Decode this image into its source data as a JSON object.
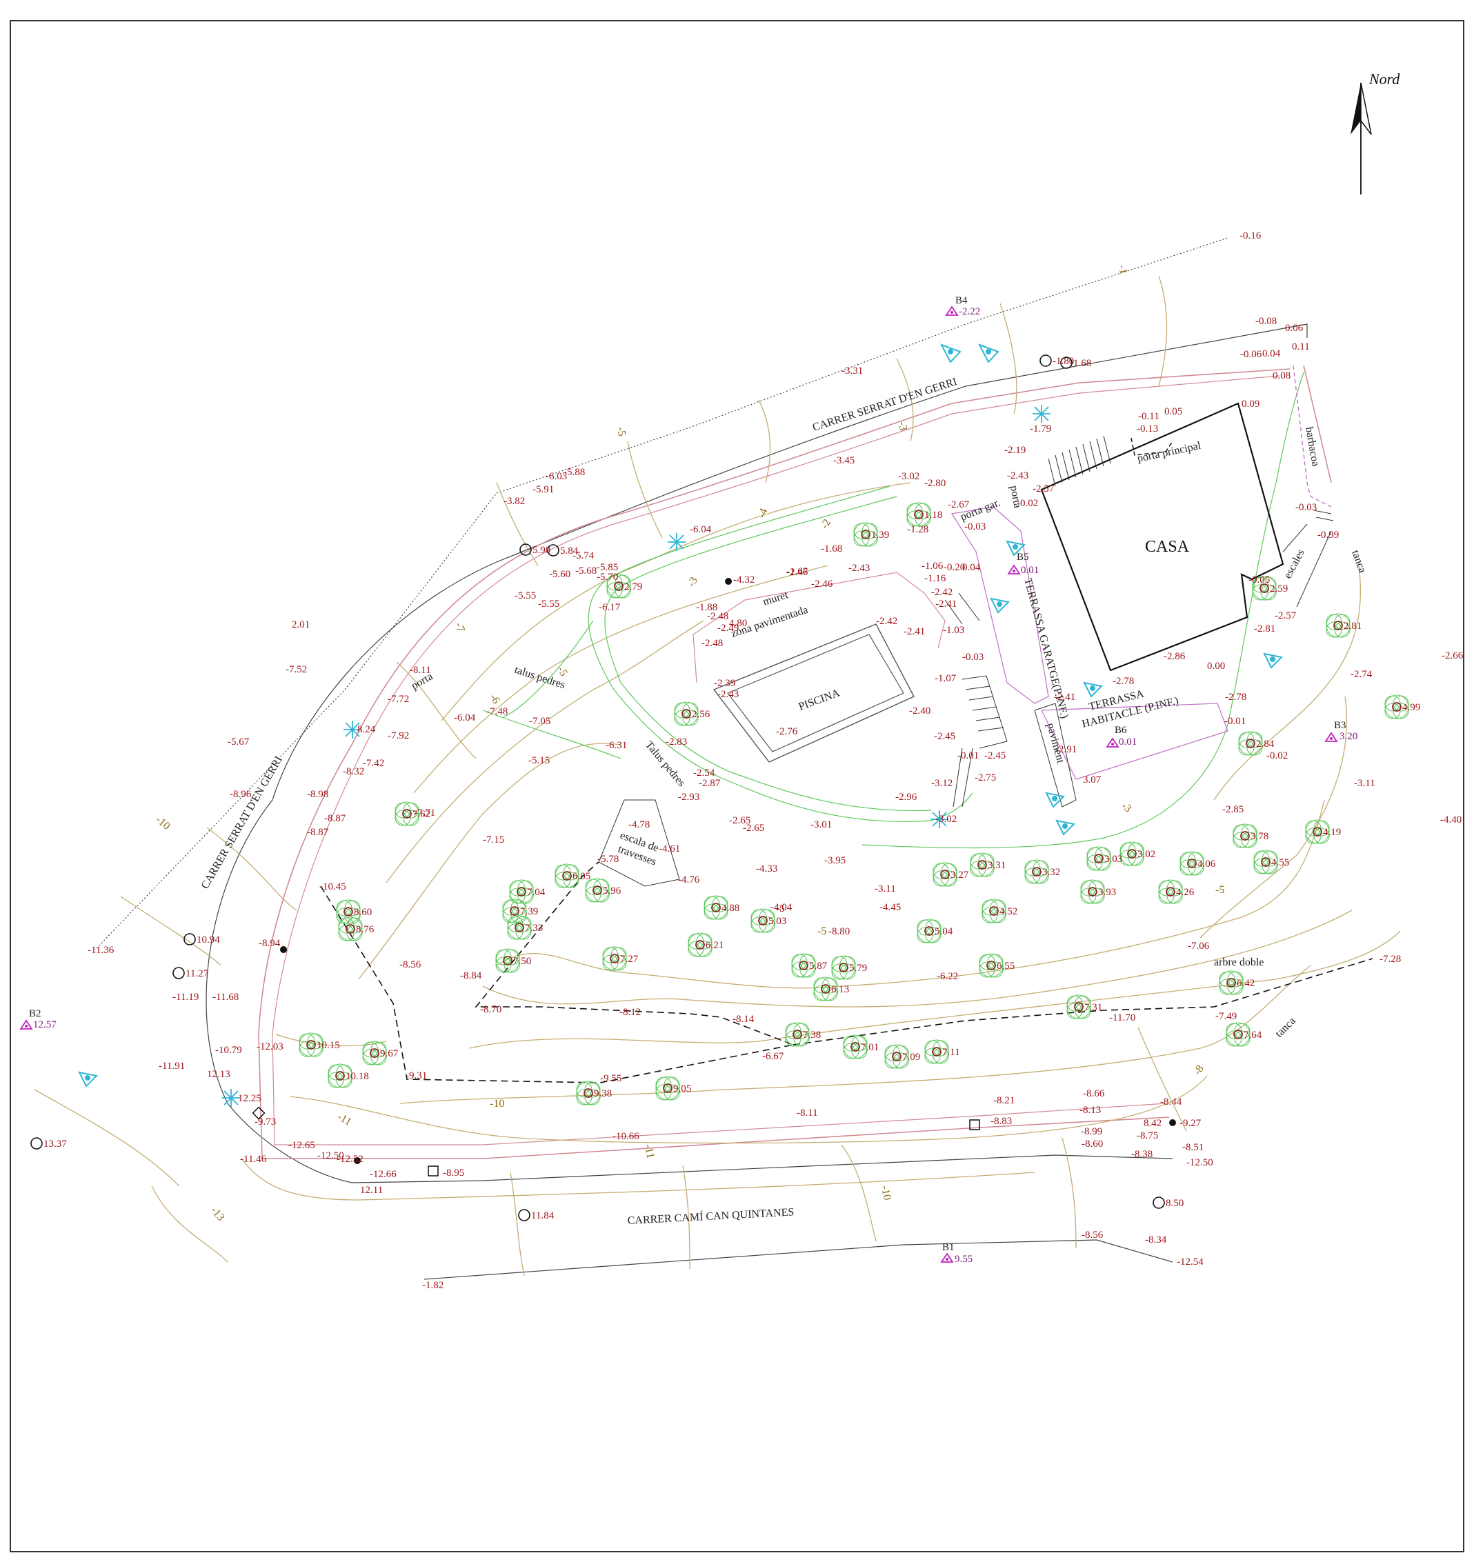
{
  "north_label": "Nord",
  "colors": {
    "elevation_text": "#a0161c",
    "contour": "#c4ad72",
    "property_line": "#d38a93",
    "vegetation": "#5cc85c",
    "tree_marker": "#8a2a2a",
    "survey_benchmark": "#c020c0",
    "spot_marker": "#2fb6d6",
    "terrace_outline": "#c478c8"
  },
  "labels": {
    "street_north": "CARRER SERRAT D'EN GERRI",
    "street_west": "CARRER SERRAT D'EN GERRI",
    "street_south": "CARRER CAMÍ CAN QUINTANES",
    "house": "CASA",
    "pool": "PISCINA",
    "terrace_garage": "TERRASSA GARATGE(P.INF.)",
    "terrace_room_1": "TERRASSA",
    "terrace_room_2": "HABITACLE (P.INF.)",
    "main_door": "porta principal",
    "garage_door": "porta gar.",
    "door_1": "porta",
    "door_2": "porta",
    "barbecue": "barbacoa",
    "stairs": "escales",
    "fence_1": "tanca",
    "fence_2": "tanca",
    "low_wall": "muret",
    "paved_area": "zona pavimentada",
    "stone_slope_1": "talus pedres",
    "stone_slope_2": "Talus pedres",
    "sleeper_stair_1": "escala de",
    "sleeper_stair_2": "travesses",
    "paving": "paviment",
    "double_tree": "arbre doble"
  },
  "benchmarks": [
    {
      "name": "B1",
      "value": "9.55"
    },
    {
      "name": "B2",
      "value": "12.57"
    },
    {
      "name": "B3",
      "value": "3.20"
    },
    {
      "name": "B4",
      "value": "-2.22"
    },
    {
      "name": "B5",
      "value": "0.01"
    },
    {
      "name": "B6",
      "value": "0.01"
    }
  ],
  "contour_labels": [
    "-1",
    "-2",
    "-3",
    "-3",
    "-4",
    "-5",
    "-5",
    "-5",
    "-6",
    "-7",
    "-8",
    "-10",
    "-10",
    "-11",
    "-11",
    "-13",
    "-3",
    "-5",
    "-10"
  ],
  "trees": [
    "1.18",
    "1.39",
    "2.79",
    "2.56",
    "2.59",
    "2.81",
    "2.84",
    "4.99",
    "3.78",
    "4.19",
    "4.55",
    "4.06",
    "4.26",
    "3.93",
    "3.02",
    "3.03",
    "3.32",
    "3.31",
    "3.27",
    "4.52",
    "5.04",
    "6.55",
    "6.42",
    "7.31",
    "7.64",
    "7.01",
    "7.09",
    "7.11",
    "7.38",
    "5.79",
    "6.13",
    "5.87",
    "6.21",
    "5.03",
    "4.88",
    "5.96",
    "6.05",
    "7.04",
    "7.39",
    "7.33",
    "7.50",
    "7.27",
    "8.60",
    "8.76",
    "10.15",
    "10.18",
    "9.67",
    "9.38",
    "9.05",
    "7.62"
  ],
  "circles": [
    "-1.80",
    "1.68",
    "5.90",
    "5.84",
    "10.94",
    "11.27",
    "13.37",
    "11.84",
    "8.50"
  ],
  "spot_elevations": [
    "-0.16",
    "-0.08",
    "0.06",
    "-0.06",
    "0.04",
    "0.11",
    "0.08",
    "0.09",
    "-0.11",
    "0.05",
    "-0.13",
    "-1.79",
    "-2.19",
    "-2.43",
    "-2.57",
    "-0.02",
    "-0.03",
    "-0.99",
    "-3.31",
    "-3.45",
    "-3.02",
    "-2.80",
    "-2.67",
    "-0.03",
    "-1.28",
    "-1.68",
    "-1.06",
    "-1.16",
    "-0.20",
    "0.04",
    "-2.42",
    "-2.41",
    "-2.46",
    "-2.43",
    "-1.67",
    "-2.46",
    "-1.88",
    "-2.48",
    "-2.49",
    "-2.48",
    "-2.42",
    "-2.41",
    "-1.03",
    "-0.03",
    "-1.07",
    "-2.39",
    "-2.43",
    "-2.40",
    "-2.41",
    "-2.45",
    "-0.01",
    "-2.45",
    "-2.75",
    "-2.76",
    "-2.83",
    "-2.54",
    "-2.87",
    "-2.93",
    "-2.96",
    "-3.12",
    "-2.65",
    "-2.65",
    "-3.01",
    "-3.02",
    "-2.91",
    "3.07",
    "-0.01",
    "-2.78",
    "-0.02",
    "-2.85",
    "-2.78",
    "-2.86",
    "0.00",
    "-0.05",
    "-2.81",
    "-2.57",
    "-2.74",
    "-2.66",
    "-3.11",
    "-4.40",
    "-3.82",
    "-5.91",
    "-6.03",
    "-5.88",
    "-5.74",
    "-5.60",
    "-5.68",
    "-5.85",
    "-5.70",
    "-5.55",
    "-5.55",
    "-6.17",
    "-6.04",
    "-4.32",
    "4.80",
    "2.01",
    "-7.52",
    "-8.11",
    "-7.72",
    "-6.04",
    "-7.48",
    "-7.05",
    "-5.15",
    "-6.31",
    "-4.78",
    "-5.67",
    "-8.96",
    "-8.98",
    "-8.87",
    "-8.87",
    "8.24",
    "-7.92",
    "-7.42",
    "-8.32",
    "-7.71",
    "-7.15",
    "-5.78",
    "-4.61",
    "-4.76",
    "-4.33",
    "-4.04",
    "-3.95",
    "-3.11",
    "-4.45",
    "-5",
    "-8.80",
    "-10.45",
    "-8.94",
    "-8.56",
    "-8.84",
    "-8.70",
    "-8.12",
    "-8.14",
    "-6.67",
    "-6.22",
    "-7.06",
    "-7.28",
    "-7.49",
    "-11.70",
    "-11.36",
    "-11.19",
    "-11.68",
    "-10.79",
    "-12.03",
    "-11.91",
    "12.13",
    "12.25",
    "-9.73",
    "-9.31",
    "-9.55",
    "-10.66",
    "-8.11",
    "-8.21",
    "-8.66",
    "-8.13",
    "-8.44",
    "8.42",
    "-9.27",
    "-8.83",
    "-8.99",
    "-8.60",
    "-8.75",
    "-8.38",
    "-8.51",
    "-12.50",
    "-12.65",
    "-11.46",
    "-12.50",
    "-12.52",
    "-12.66",
    "12.11",
    "-8.95",
    "-8.56",
    "-8.34",
    "-12.54",
    "-1.82"
  ]
}
